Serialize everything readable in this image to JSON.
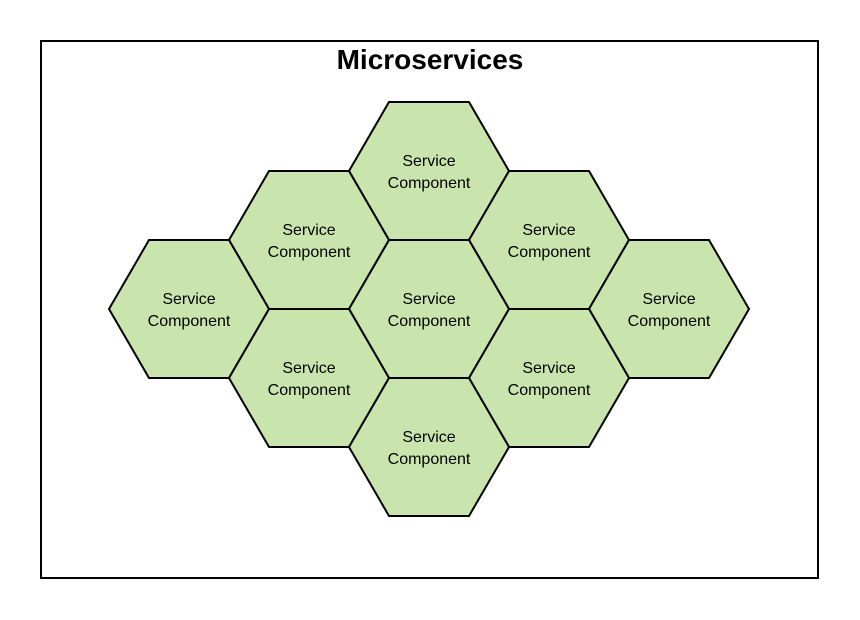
{
  "title": "Microservices",
  "colors": {
    "hex_fill": "#c9e5ad",
    "hex_stroke": "#000000",
    "frame_border": "#000000",
    "background": "#ffffff"
  },
  "hexagons": [
    {
      "id": "top",
      "line1": "Service",
      "line2": "Component"
    },
    {
      "id": "upper-left",
      "line1": "Service",
      "line2": "Component"
    },
    {
      "id": "upper-right",
      "line1": "Service",
      "line2": "Component"
    },
    {
      "id": "far-left",
      "line1": "Service",
      "line2": "Component"
    },
    {
      "id": "center",
      "line1": "Service",
      "line2": "Component"
    },
    {
      "id": "far-right",
      "line1": "Service",
      "line2": "Component"
    },
    {
      "id": "lower-left",
      "line1": "Service",
      "line2": "Component"
    },
    {
      "id": "lower-right",
      "line1": "Service",
      "line2": "Component"
    },
    {
      "id": "bottom",
      "line1": "Service",
      "line2": "Component"
    }
  ]
}
